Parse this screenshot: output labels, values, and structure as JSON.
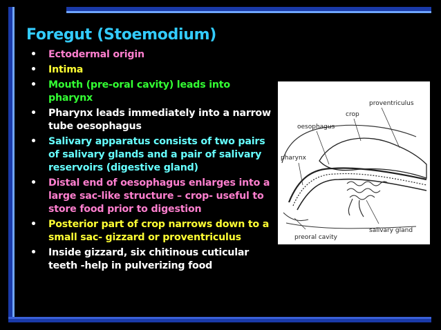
{
  "colors": {
    "background": "#000000",
    "title": "#33ccff",
    "bar_dark": "#1a3aa8",
    "bar_mid": "#3a60d8",
    "bar_light": "#6fa6ff",
    "bullet_pink": "#ff7fcf",
    "bullet_yellow": "#ffff33",
    "bullet_green": "#33ff33",
    "bullet_white": "#ffffff",
    "bullet_cyan": "#66ffff"
  },
  "slide": {
    "title": "Foregut (Stoemodium)",
    "bullets": [
      {
        "text": "Ectodermal origin",
        "color": "#ff7fcf"
      },
      {
        "text": "Intima",
        "color": "#ffff33"
      },
      {
        "text": "Mouth (pre-oral cavity) leads into pharynx",
        "color": "#33ff33"
      },
      {
        "text": "Pharynx leads immediately into a narrow tube oesophagus",
        "color": "#ffffff"
      },
      {
        "text": "Salivary apparatus consists of two pairs of salivary glands and a pair of salivary reservoirs (digestive gland)",
        "color": "#66ffff"
      },
      {
        "text": "Distal end of oesophagus enlarges into a large sac-like structure – crop- useful to store food prior to digestion",
        "color": "#ff7fcf"
      },
      {
        "text": "Posterior part of crop narrows  down to a small sac- gizzard or proventriculus",
        "color": "#ffff33"
      },
      {
        "text": "Inside gizzard, six chitinous cuticular teeth -help in pulverizing food",
        "color": "#ffffff"
      }
    ]
  },
  "figure": {
    "labels": {
      "proventriculus": "proventriculus",
      "crop": "crop",
      "oesophagus": "oesophagus",
      "pharynx": "pharynx",
      "salivary_gland": "salivary gland",
      "preoral_cavity": "preoral cavity"
    }
  }
}
